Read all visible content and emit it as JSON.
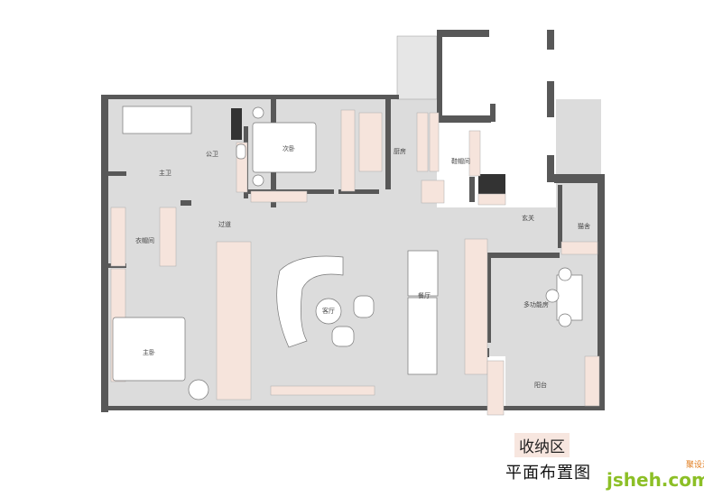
{
  "rooms": {
    "master_bath": "主卫",
    "guest_bath": "公卫",
    "second_bedroom": "次卧",
    "kitchen": "厨房",
    "shoe_room": "鞋帽间",
    "entrance": "玄关",
    "cat_room": "猫舍",
    "corridor": "过道",
    "cloakroom": "衣帽间",
    "living_room": "客厅",
    "dining_room": "餐厅",
    "multi_room": "多功能房",
    "master_bedroom": "主卧",
    "balcony": "阳台"
  },
  "legend": {
    "storage": "收纳区"
  },
  "title": "平面布置图",
  "logo": {
    "text": "jsheh.com",
    "cn": "聚设汇"
  },
  "colors": {
    "floor": "#dcdcdc",
    "wall": "#585858",
    "storage": "#f6e4dc"
  }
}
